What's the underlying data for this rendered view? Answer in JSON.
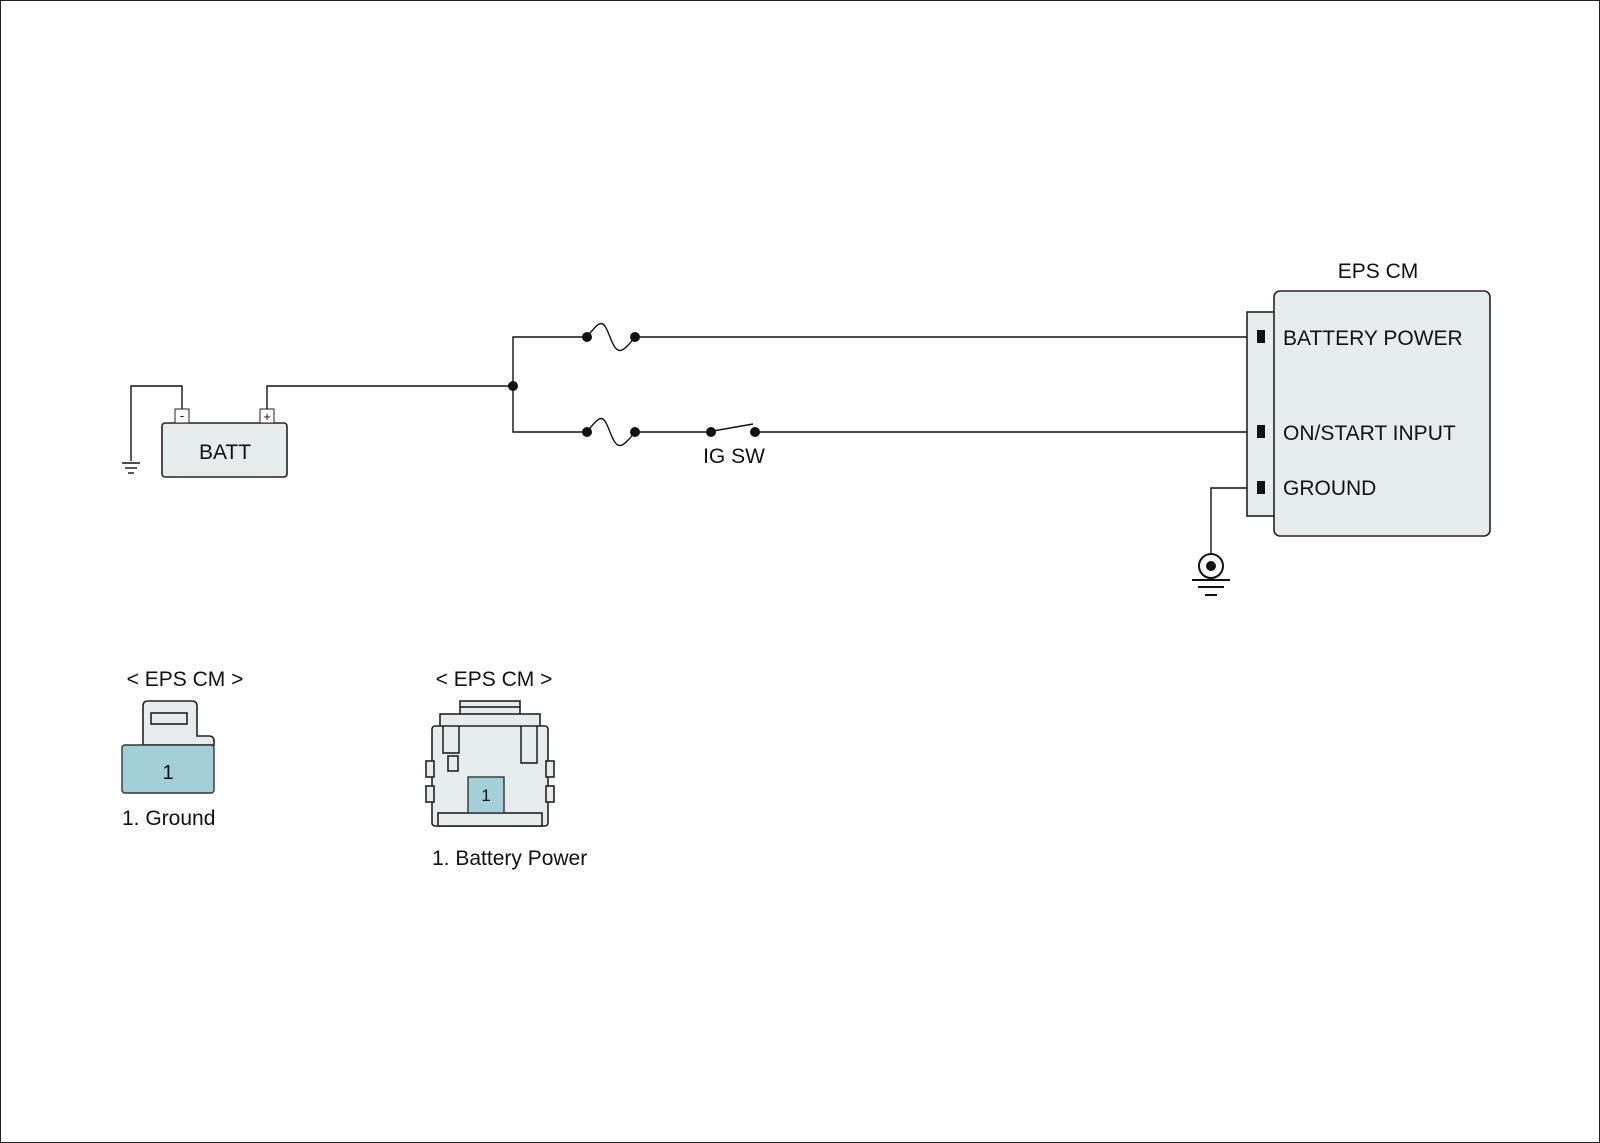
{
  "battery": {
    "label": "BATT",
    "neg_symbol": "-",
    "pos_symbol": "+"
  },
  "ignition_switch": {
    "label": "IG SW"
  },
  "module": {
    "title": "EPS CM",
    "pins": [
      {
        "label": "BATTERY POWER"
      },
      {
        "label": "ON/START INPUT"
      },
      {
        "label": "GROUND"
      }
    ]
  },
  "connectors": [
    {
      "title": "< EPS CM >",
      "pin_number": "1",
      "caption": "1. Ground"
    },
    {
      "title": "< EPS CM >",
      "pin_number": "1",
      "caption": "1. Battery Power"
    }
  ],
  "colors": {
    "component_fill": "#e6ecec",
    "pin_fill": "#a3cfd9",
    "wire": "#111111"
  }
}
